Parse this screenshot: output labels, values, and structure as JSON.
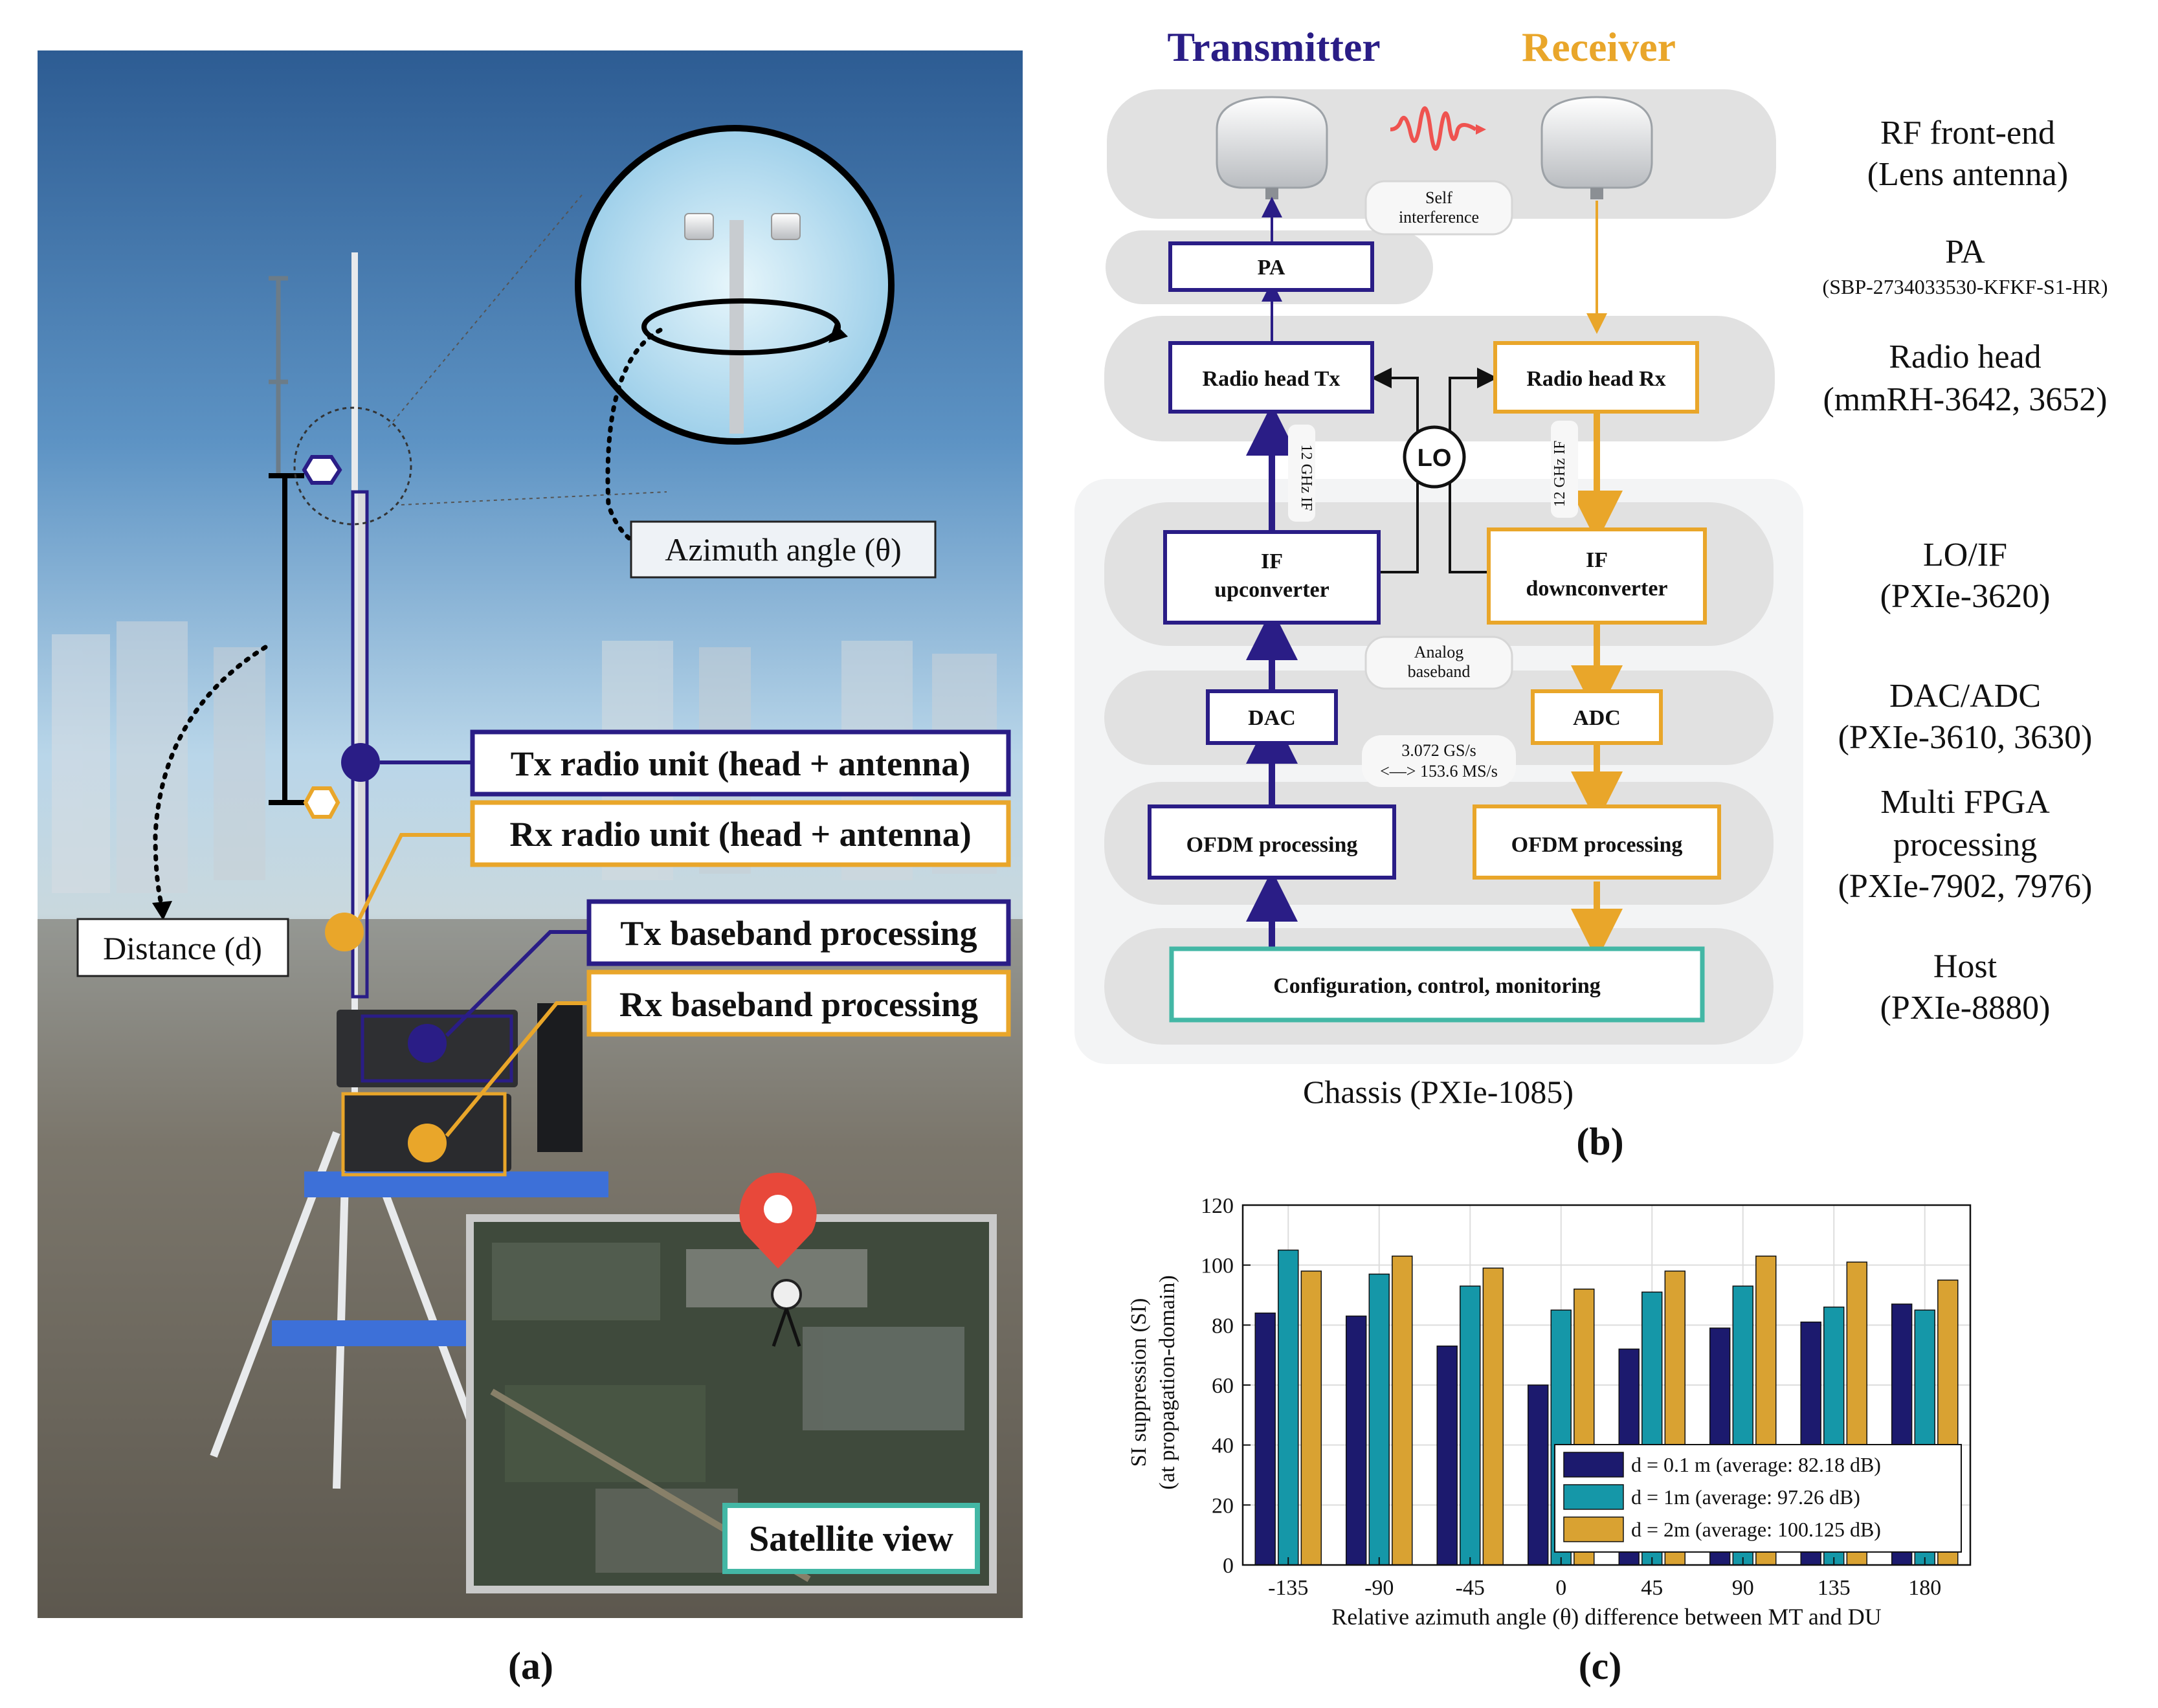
{
  "panel_a": {
    "label": "(a)",
    "zoom_label": "Azimuth angle (θ)",
    "distance_label": "Distance (d)",
    "tx_radio_unit": "Tx radio unit (head + antenna)",
    "rx_radio_unit": "Rx radio unit (head + antenna)",
    "tx_baseband": "Tx baseband processing",
    "rx_baseband": "Rx baseband processing",
    "satellite_view": "Satellite view"
  },
  "panel_b": {
    "label": "(b)",
    "transmitter": "Transmitter",
    "receiver": "Receiver",
    "self_interference_1": "Self",
    "self_interference_2": "interference",
    "pa": "PA",
    "radio_head_tx": "Radio head Tx",
    "radio_head_rx": "Radio head Rx",
    "lo": "LO",
    "if_tx_1": "IF",
    "if_tx_2": "upconverter",
    "if_rx_1": "IF",
    "if_rx_2": "downconverter",
    "if_freq_tx": "12 GHz IF",
    "if_freq_rx": "12 GHz IF",
    "analog_1": "Analog",
    "analog_2": "baseband",
    "dac": "DAC",
    "adc": "ADC",
    "rate_1": "3.072 GS/s",
    "rate_2": "<—> 153.6 MS/s",
    "ofdm_tx": "OFDM processing",
    "ofdm_rx": "OFDM processing",
    "host_box": "Configuration, control, monitoring",
    "chassis": "Chassis (PXIe-1085)",
    "right_labels": {
      "rf_1": "RF front-end",
      "rf_2": "(Lens antenna)",
      "pa_1": "PA",
      "pa_2": "(SBP-2734033530-KFKF-S1-HR)",
      "rh_1": "Radio head",
      "rh_2": "(mmRH-3642, 3652)",
      "lo_1": "LO/IF",
      "lo_2": "(PXIe-3620)",
      "da_1": "DAC/ADC",
      "da_2": "(PXIe-3610, 3630)",
      "mf_1": "Multi FPGA",
      "mf_2": "processing",
      "mf_3": "(PXIe-7902, 7976)",
      "ho_1": "Host",
      "ho_2": "(PXIe-8880)"
    }
  },
  "panel_c": {
    "label": "(c)"
  },
  "chart_data": {
    "type": "bar",
    "categories": [
      "-135",
      "-90",
      "-45",
      "0",
      "45",
      "90",
      "135",
      "180"
    ],
    "series": [
      {
        "name": "d = 0.1 m (average: 82.18 dB)",
        "values": [
          84,
          83,
          73,
          60,
          72,
          79,
          81,
          87
        ],
        "color": "#1c1a6e"
      },
      {
        "name": "d = 1m (average: 97.26 dB)",
        "values": [
          105,
          97,
          93,
          85,
          91,
          93,
          86,
          85
        ],
        "color": "#1597a8"
      },
      {
        "name": "d = 2m (average: 100.125 dB)",
        "values": [
          98,
          103,
          99,
          92,
          98,
          103,
          101,
          95
        ],
        "color": "#d9a232"
      }
    ],
    "yticks": [
      0,
      20,
      40,
      60,
      80,
      100,
      120
    ],
    "ylim": [
      0,
      120
    ],
    "ylabel_1": "SI suppression (SI)",
    "ylabel_2": "(at propagation-domain)",
    "xlabel": "Relative azimuth angle (θ) difference between MT and DU",
    "grid": true,
    "legend_position": "bottom-right"
  }
}
